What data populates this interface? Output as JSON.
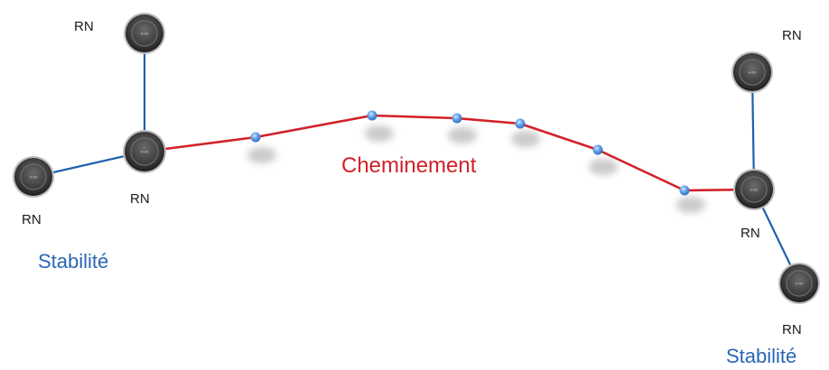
{
  "labels": {
    "route": "Cheminement",
    "stability_left": "Stabilité",
    "stability_right": "Stabilité"
  },
  "nodes": [
    {
      "label": "RN",
      "badge": "H-09"
    },
    {
      "label": "RN",
      "badge": "H-09"
    },
    {
      "label": "RN",
      "badge": "H-09"
    },
    {
      "label": "RN",
      "badge": "H-09"
    },
    {
      "label": "RN",
      "badge": "H-09"
    },
    {
      "label": "RN",
      "badge": "H-09"
    }
  ],
  "colors": {
    "route_line": "#d22128",
    "stability_line": "#1f5fae",
    "route_text": "#d22128",
    "stability_text": "#2a66b5",
    "node_disc": "#3d3d3d",
    "survey_point": "#4e8fe0"
  }
}
